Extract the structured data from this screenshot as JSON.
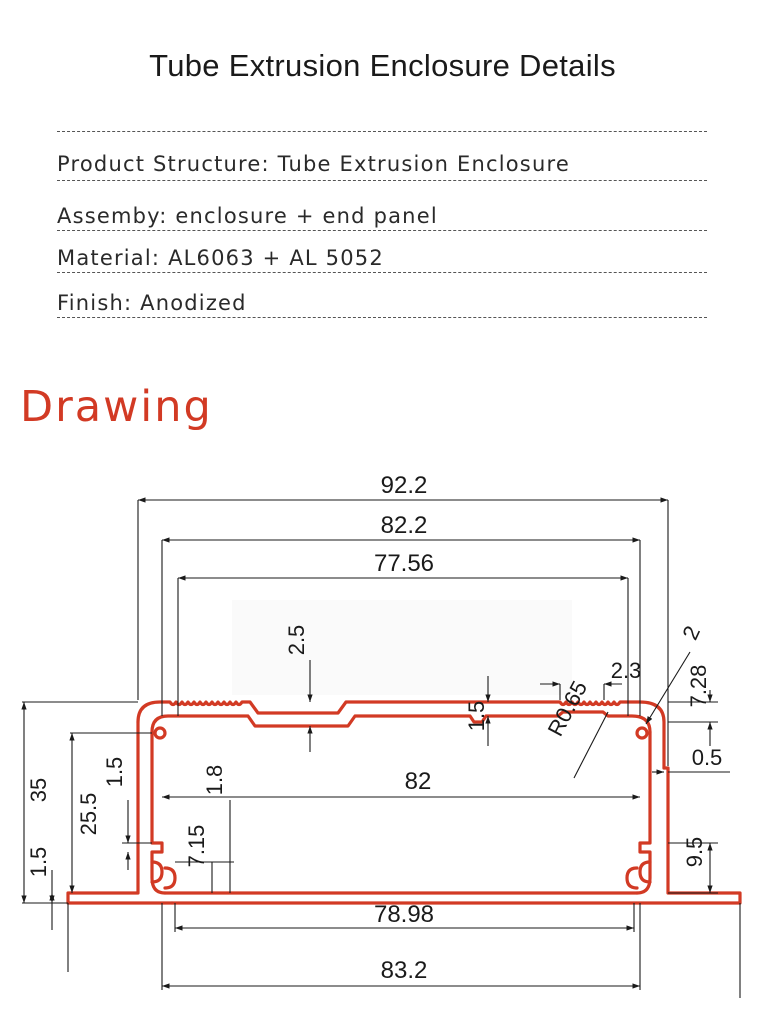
{
  "header": {
    "title": "Tube Extrusion Enclosure Details"
  },
  "specs": [
    {
      "text": "Product Structure: Tube Extrusion Enclosure"
    },
    {
      "text": "Assemby: enclosure + end panel"
    },
    {
      "text": "Material: AL6063 + AL 5052"
    },
    {
      "text": "Finish: Anodized"
    }
  ],
  "drawing": {
    "title": "Drawing",
    "dims": {
      "d92_2": "92.2",
      "d82_2": "82.2",
      "d77_56": "77.56",
      "d2_5": "2.5",
      "d2_3": "2.3",
      "d2": "2",
      "d7_28": "7.28",
      "dR0_65": "R0.65",
      "d1_5_top": "1.5",
      "d0_5": "0.5",
      "d35": "35",
      "d25_5": "25.5",
      "d1_5_left": "1.5",
      "d1_8": "1.8",
      "d82": "82",
      "d7_15": "7.15",
      "d1_5_bottom": "1.5",
      "d9_5": "9.5",
      "d78_98": "78.98",
      "d83_2": "83.2"
    },
    "colors": {
      "profile": "#d23a24",
      "line": "#1a1a1a"
    }
  }
}
